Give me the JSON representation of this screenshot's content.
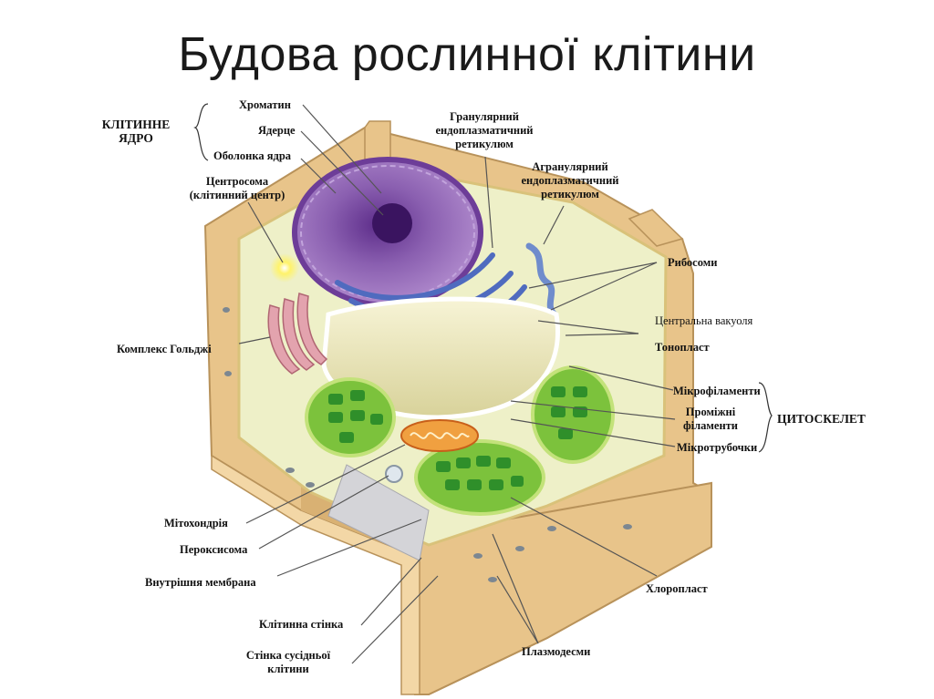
{
  "title": "Будова рослинної клітини",
  "groups": {
    "nucleus": "КЛІТИННЕ\nЯДРО",
    "cytoskeleton": "ЦИТОСКЕЛЕТ"
  },
  "labels": {
    "chromatin": "Хроматин",
    "nucleolus": "Ядерце",
    "nuclear_envelope": "Оболонка ядра",
    "centrosome": "Центросома\n(клітинний центр)",
    "golgi": "Комплекс Гольджі",
    "mitochondrion": "Мітохондрія",
    "peroxisome": "Пероксисома",
    "inner_membrane": "Внутрішня мембрана",
    "cell_wall": "Клітинна стінка",
    "neighbor_wall": "Стінка сусідньої\nклітини",
    "rough_er": "Гранулярний\nендоплазматичний\nретикулюм",
    "smooth_er": "Агранулярний\nендоплазматичний\nретикулюм",
    "ribosomes": "Рибосоми",
    "central_vacuole": "Центральна вакуоля",
    "tonoplast": "Тонопласт",
    "microfilaments": "Мікрофіламенти",
    "intermediate_filaments": "Проміжні\nфіламенти",
    "microtubules": "Мікротрубочки",
    "chloroplast": "Хлоропласт",
    "plasmodesmata": "Плазмодесми"
  },
  "colors": {
    "cell_wall": "#e8c48a",
    "cytoplasm": "#eef0c8",
    "nucleus": "#8a5fb0",
    "vacuole": "#e7e3b4",
    "chloroplast": "#7cc23c",
    "golgi": "#e3a3ae",
    "mitochondrion": "#f0a040"
  }
}
